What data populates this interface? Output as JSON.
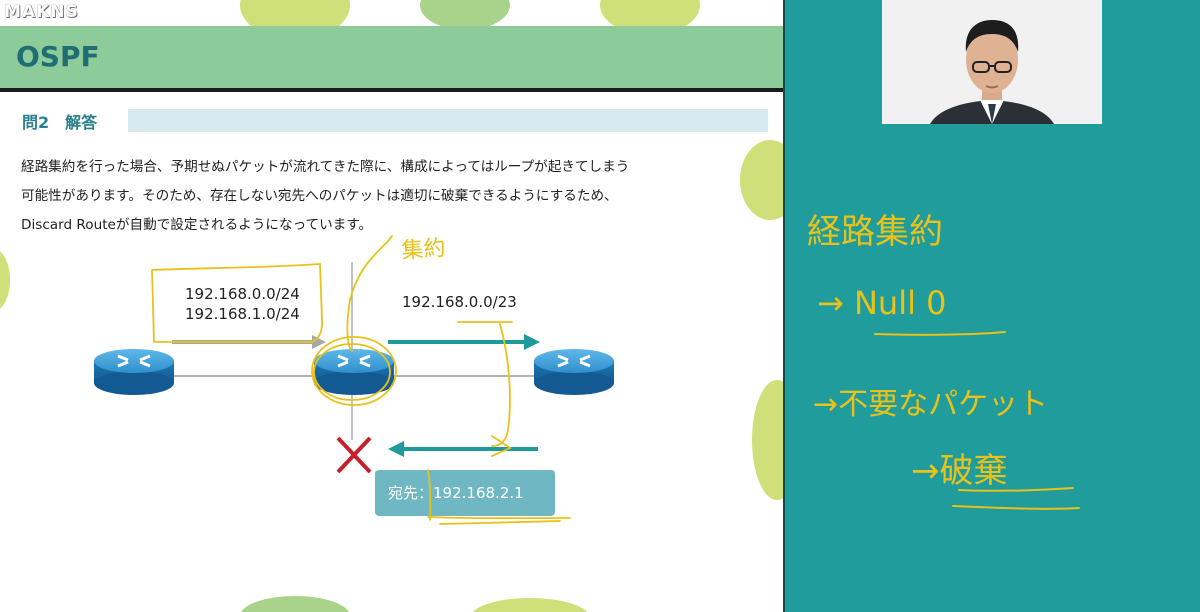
{
  "slide": {
    "logo": "MAKNS",
    "title": "OSPF",
    "section_label": "問2　解答",
    "paragraph_lines": [
      "経路集約を行った場合、予期せぬパケットが流れてきた際に、構成によってはループが起きてしまう",
      "可能性があります。そのため、存在しない宛先へのパケットは適切に破棄できるようにするため、",
      "Discard Routeが自動で設定されるようになっています。"
    ],
    "diagram": {
      "left_routes": [
        "192.168.0.0/24",
        "192.168.1.0/24"
      ],
      "summary_route": "192.168.0.0/23",
      "dest_prefix": "宛先：",
      "dest_value": "192.168.2.1"
    }
  },
  "annotations": {
    "diagram_note": "集約",
    "line1": "経路集約",
    "line2": "→ Null 0",
    "line3": "→不要なパケット",
    "line4": "→破棄",
    "ink_color": "#e8c21a"
  },
  "colors": {
    "teal_panel": "#1f9c9b",
    "header_green": "#8ecb9a",
    "arrow_teal": "#1e9a9a",
    "cross_red": "#c8202a"
  }
}
